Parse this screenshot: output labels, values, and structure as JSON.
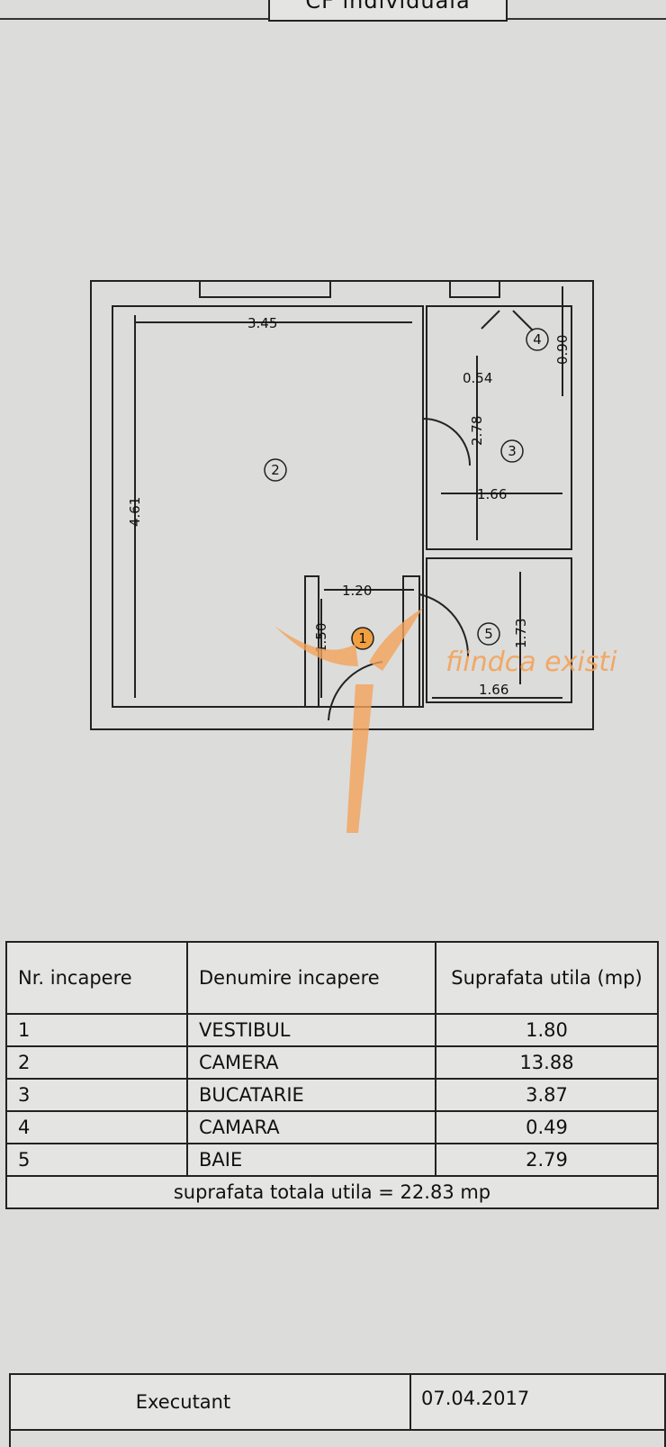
{
  "header": {
    "label": "CF individuala"
  },
  "plan": {
    "rooms": [
      "1",
      "2",
      "3",
      "4",
      "5"
    ],
    "dimensions": {
      "room2_width": "3.45",
      "room2_height": "4.61",
      "room1_width": "1.20",
      "room1_height": "1.50",
      "room3_height": "2.78",
      "room3_width": "1.66",
      "room4_width": "0.54",
      "room4_height": "0.90",
      "room5_height": "1.73",
      "room5_width": "1.66"
    },
    "watermark": "fiindca existi",
    "watermark_color": "#f4a35a"
  },
  "table": {
    "headers": [
      "Nr. incapere",
      "Denumire incapere",
      "Suprafata utila (mp)"
    ],
    "rows": [
      [
        "1",
        "VESTIBUL",
        "1.80"
      ],
      [
        "2",
        "CAMERA",
        "13.88"
      ],
      [
        "3",
        "BUCATARIE",
        "3.87"
      ],
      [
        "4",
        "CAMARA",
        "0.49"
      ],
      [
        "5",
        "BAIE",
        "2.79"
      ]
    ],
    "total": "suprafata totala utila = 22.83 mp"
  },
  "footer": {
    "executant": "Executant",
    "date": "07.04.2017"
  }
}
